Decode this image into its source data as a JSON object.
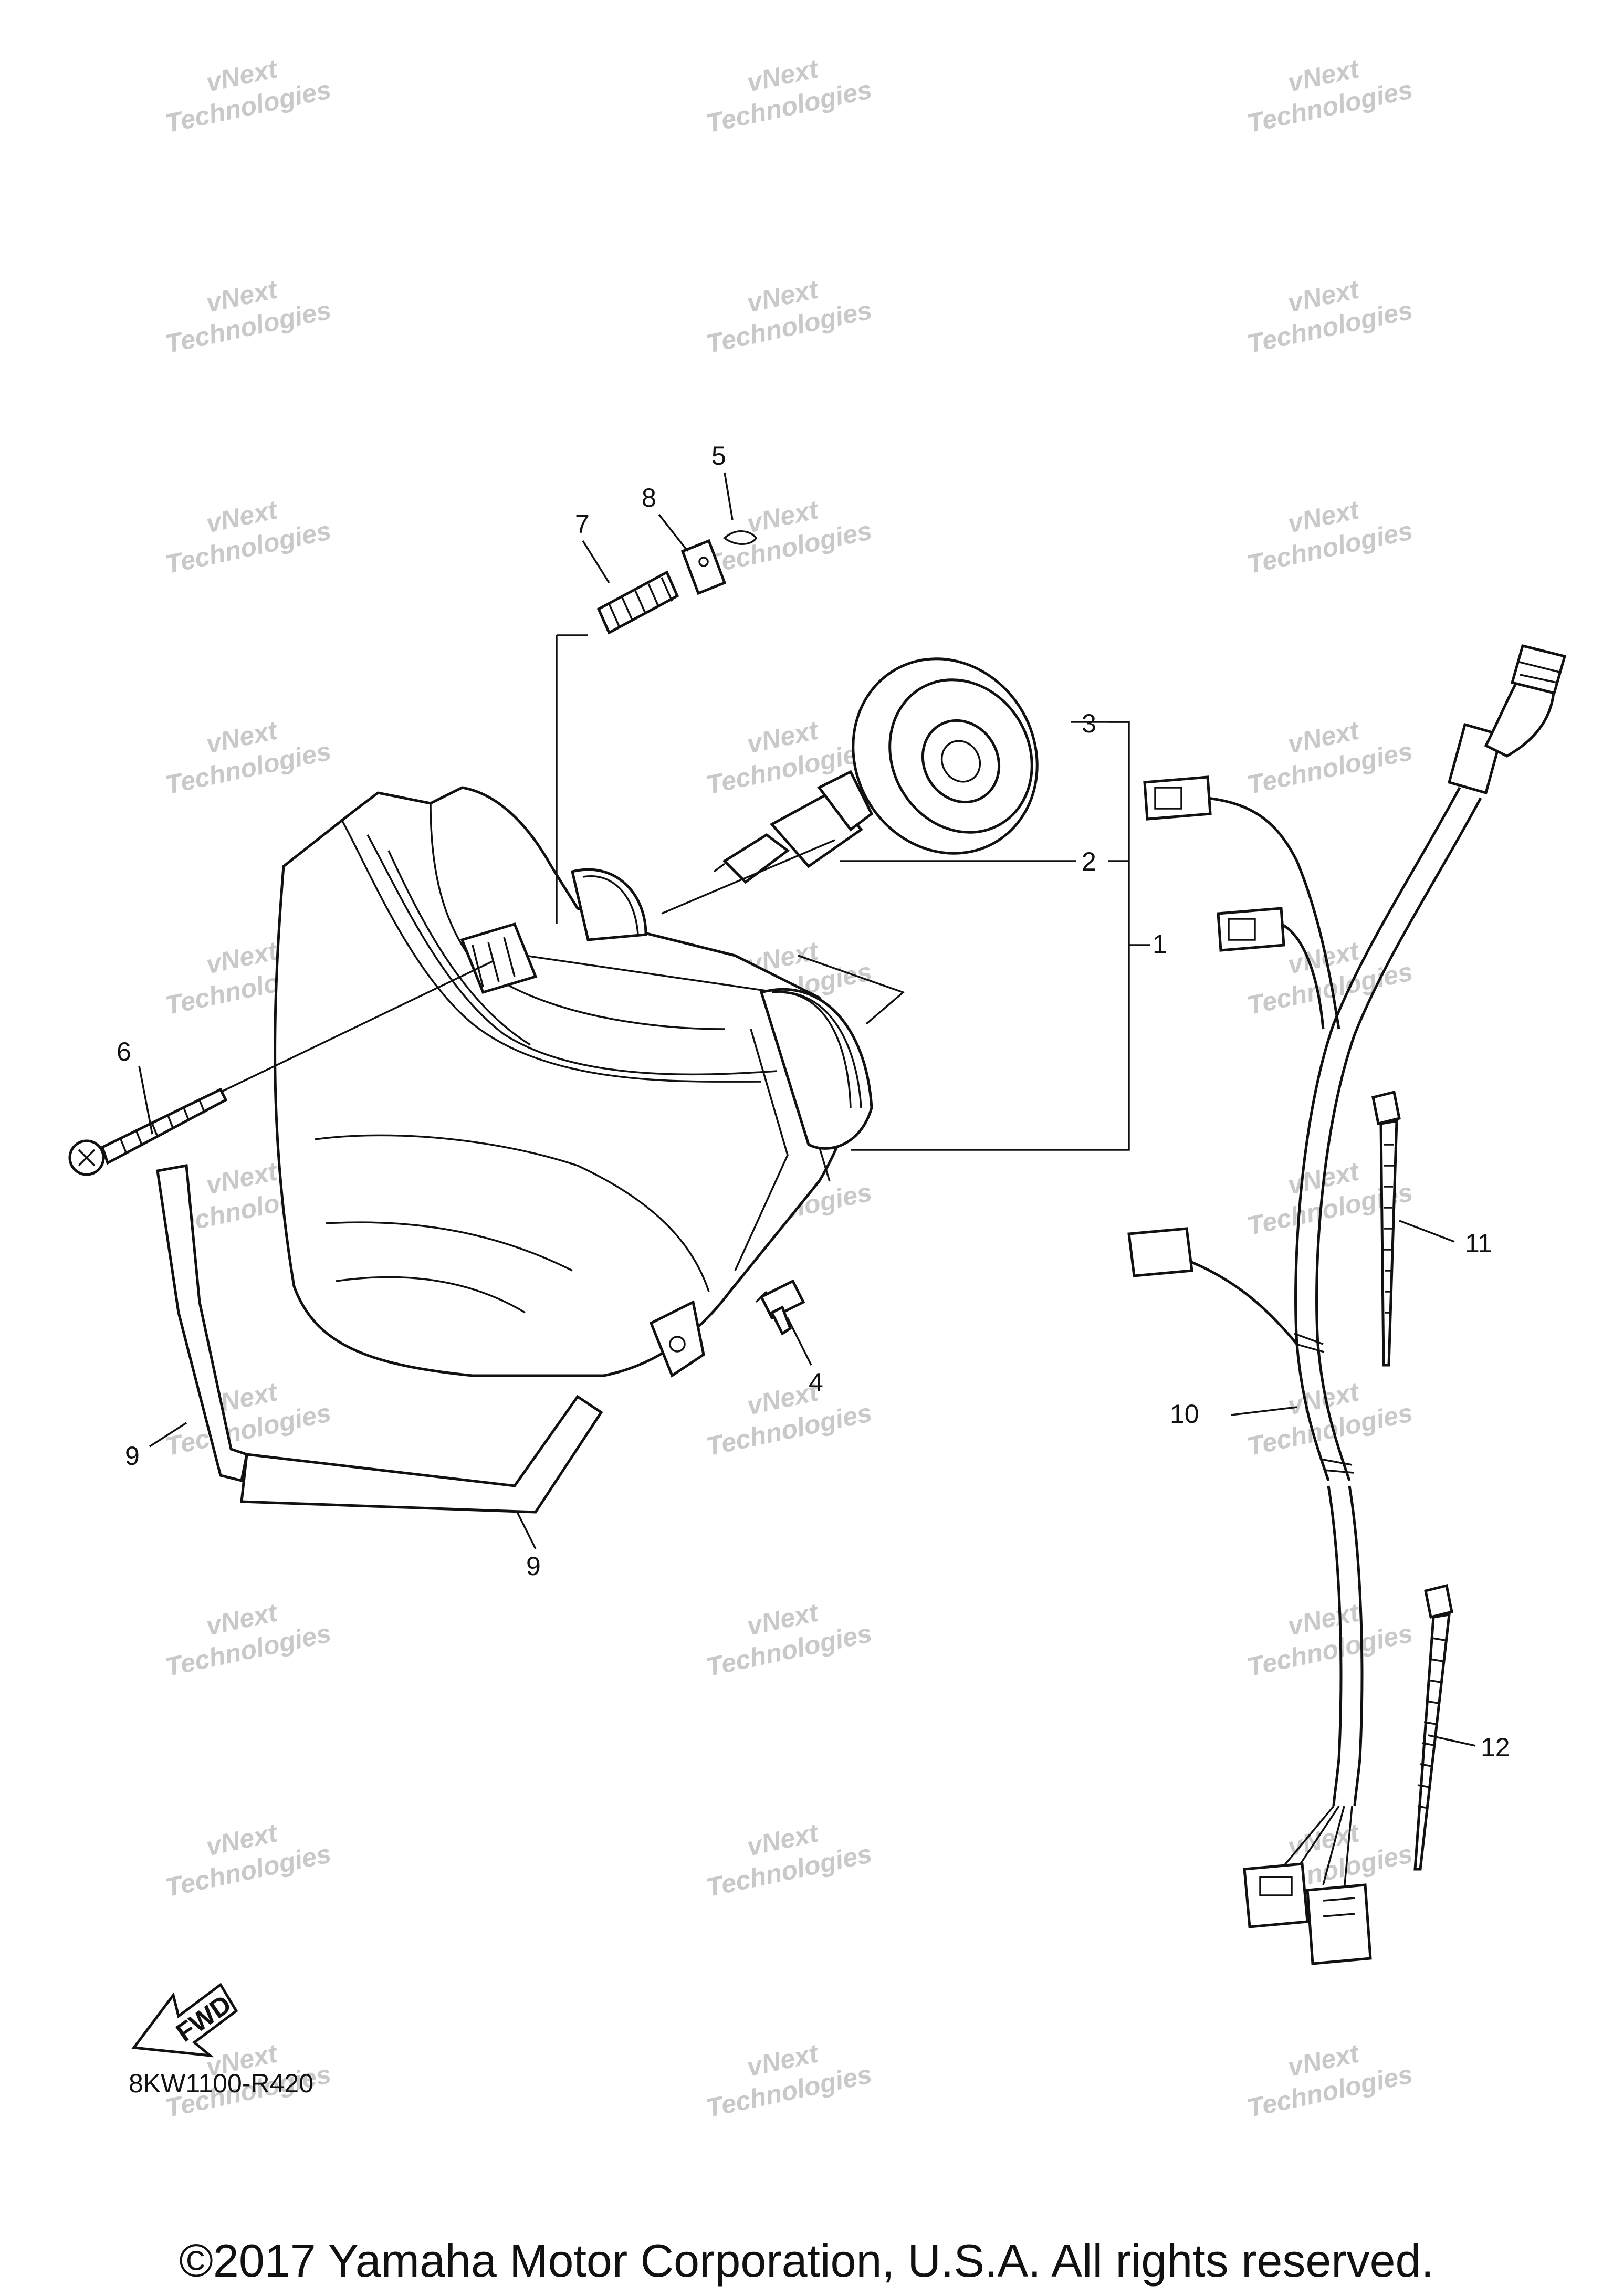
{
  "diagram": {
    "callouts": [
      "1",
      "2",
      "3",
      "4",
      "5",
      "6",
      "7",
      "8",
      "9",
      "9",
      "10",
      "11",
      "12"
    ],
    "watermark_line1": "vNext",
    "watermark_line2": "Technologies",
    "diagram_code": "8KW1100-R420",
    "fwd_label": "FWD",
    "copyright": "©2017 Yamaha Motor Corporation, U.S.A. All rights reserved."
  }
}
